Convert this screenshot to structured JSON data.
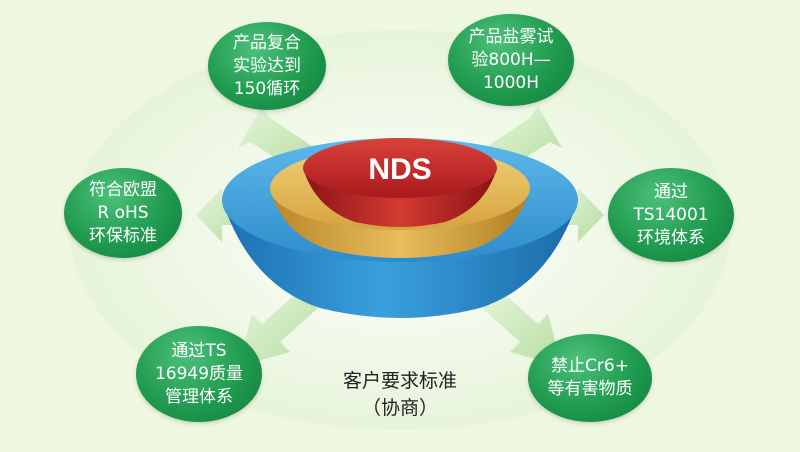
{
  "center": {
    "title": "NDS"
  },
  "bottom_label": "客户要求标准\n（协商）",
  "nodes": {
    "top_left": "产品复合\n实验达到\n150循环",
    "top_right": "产品盐雾试\n验800H—\n1000H",
    "mid_left": "符合欧盟\nR oHS\n环保标准",
    "mid_right": "通过\nTS14001\n环境体系",
    "bottom_left": "通过TS\n16949质量\n管理体系",
    "bottom_right": "禁止Cr6+\n等有害物质"
  },
  "colors": {
    "background": "#eef7df",
    "node_green": "#1f9a4e",
    "arrow_green": "#c6e8b4",
    "outer_blue": "#2f8fd0",
    "middle_gold": "#d9a53a",
    "inner_red": "#b81e22"
  }
}
